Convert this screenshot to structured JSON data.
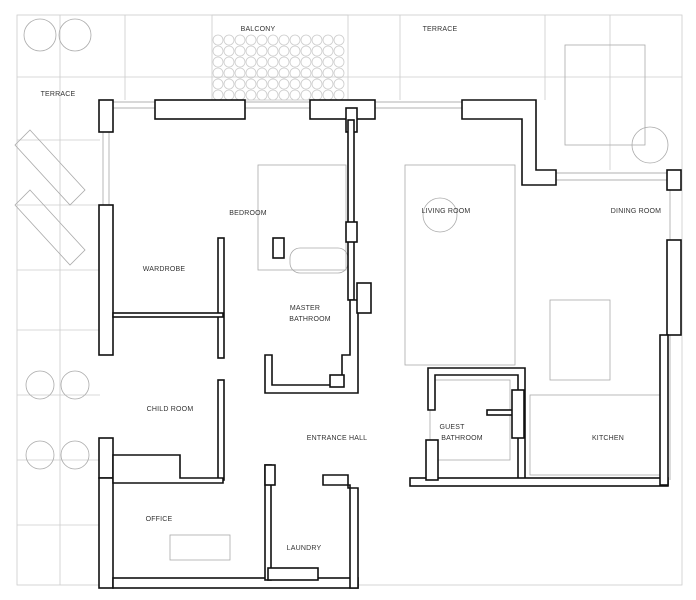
{
  "rooms": {
    "terrace_left": "TERRACE",
    "balcony": "BALCONY",
    "terrace_top": "TERRACE",
    "bedroom": "BEDROOM",
    "living_room": "LIVING ROOM",
    "dining_room": "DINING ROOM",
    "wardrobe": "WARDROBE",
    "master_bathroom_1": "MASTER",
    "master_bathroom_2": "BATHROOM",
    "child_room": "CHILD ROOM",
    "guest_bathroom_1": "GUEST",
    "guest_bathroom_2": "BATHROOM",
    "kitchen": "KITCHEN",
    "entrance_hall": "ENTRANCE HALL",
    "office": "OFFICE",
    "laundry": "LAUNDRY"
  }
}
